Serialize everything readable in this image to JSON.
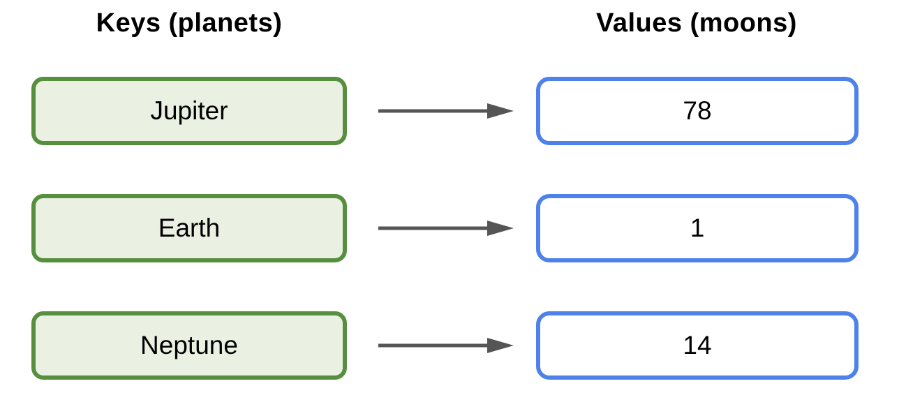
{
  "diagram": {
    "keys_header": "Keys (planets)",
    "values_header": "Values (moons)",
    "rows": [
      {
        "key": "Jupiter",
        "value": "78"
      },
      {
        "key": "Earth",
        "value": "1"
      },
      {
        "key": "Neptune",
        "value": "14"
      }
    ]
  },
  "colors": {
    "key_box_border": "#568f3d",
    "key_box_fill": "#eaf1e3",
    "value_box_border": "#4e82ea",
    "value_box_fill": "#ffffff",
    "arrow": "#555555",
    "text": "#000000"
  }
}
